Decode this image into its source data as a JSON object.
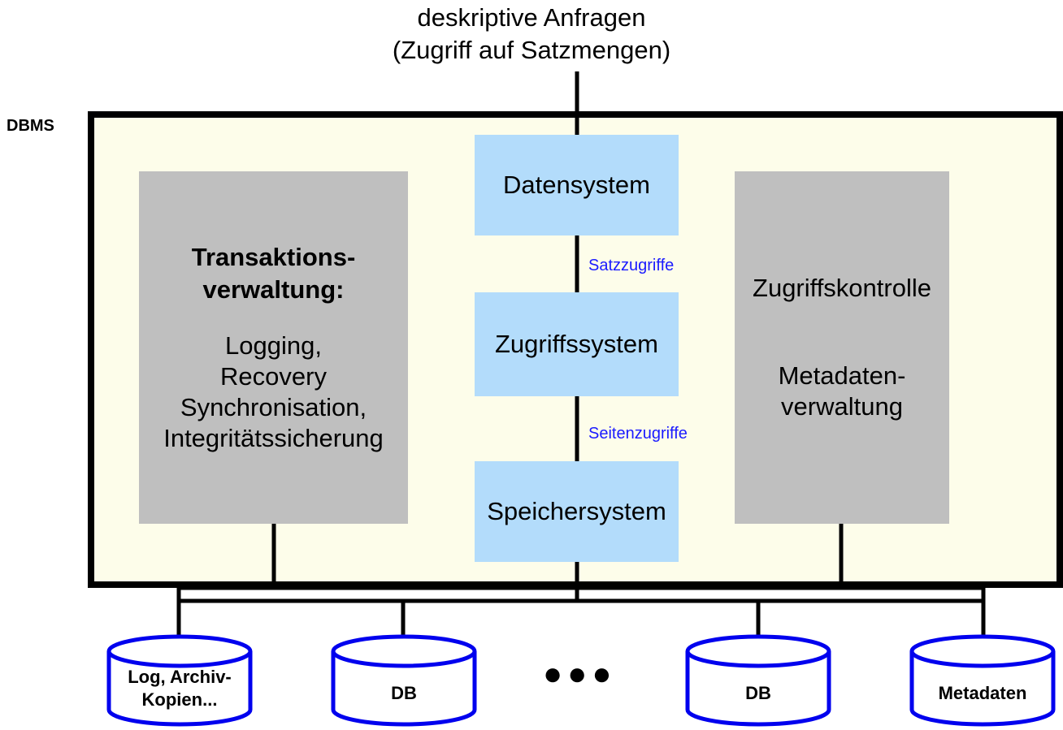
{
  "query": {
    "line1": "deskriptive Anfragen",
    "line2": "(Zugriff auf Satzmengen)"
  },
  "dbms_label": "DBMS",
  "layers": {
    "data_system": "Datensystem",
    "access_system": "Zugriffssystem",
    "storage_system": "Speichersystem",
    "record_access": "Satzzugriffe",
    "page_access": "Seitenzugriffe"
  },
  "transaction_mgmt": {
    "title_line1": "Transaktions-",
    "title_line2": "verwaltung:",
    "items": [
      "Logging,",
      "Recovery",
      "Synchronisation,",
      "Integritätssicherung"
    ]
  },
  "control": {
    "access_control": "Zugriffskontrolle",
    "meta_line1": "Metadaten-",
    "meta_line2": "verwaltung"
  },
  "storage": {
    "log_line1": "Log, Archiv-",
    "log_line2": "Kopien...",
    "db1": "DB",
    "ellipsis": "●●●",
    "db2": "DB",
    "metadata": "Metadaten"
  },
  "colors": {
    "panel_bg": "#fdfdea",
    "layer_blue": "#b3dcfb",
    "module_gray": "#bfbfbf",
    "connector_label": "#1a1aff",
    "cylinder_stroke": "#0000ee"
  }
}
